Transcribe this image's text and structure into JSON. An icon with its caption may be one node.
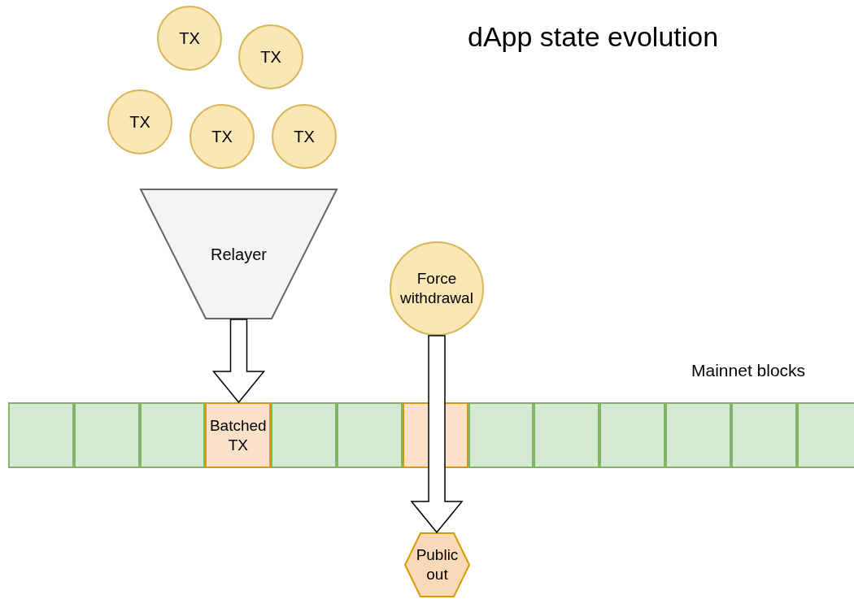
{
  "diagram": {
    "title": "dApp state evolution",
    "nodes": [
      {
        "text": [
          "TX"
        ]
      },
      {
        "text": [
          "TX"
        ]
      },
      {
        "text": [
          "TX"
        ]
      },
      {
        "text": [
          "TX"
        ]
      },
      {
        "text": [
          "TX"
        ]
      },
      {
        "text": [
          "Relayer"
        ]
      },
      {
        "text": [
          "Force withdrawal"
        ]
      },
      {
        "text": [],
        "shape": "box"
      },
      {
        "text": [],
        "shape": "box"
      },
      {
        "text": [],
        "shape": "box"
      },
      {
        "text": [
          "Batched TX"
        ]
      },
      {
        "text": [],
        "shape": "box"
      },
      {
        "text": [],
        "shape": "box"
      },
      {
        "text": [],
        "shape": "box"
      },
      {
        "text": [],
        "shape": "box"
      },
      {
        "text": [],
        "shape": "box"
      },
      {
        "text": [],
        "shape": "box"
      },
      {
        "text": [],
        "shape": "box"
      },
      {
        "text": [],
        "shape": "box"
      },
      {
        "text": [],
        "shape": "box"
      },
      {
        "text": [
          "Public out"
        ]
      }
    ],
    "edges": [
      {
        "from": 5,
        "to": 10,
        "arrow": "to"
      },
      {
        "from": 6,
        "to": 20,
        "arrow": "to"
      }
    ],
    "labels": [
      "Mainnet blocks"
    ]
  }
}
